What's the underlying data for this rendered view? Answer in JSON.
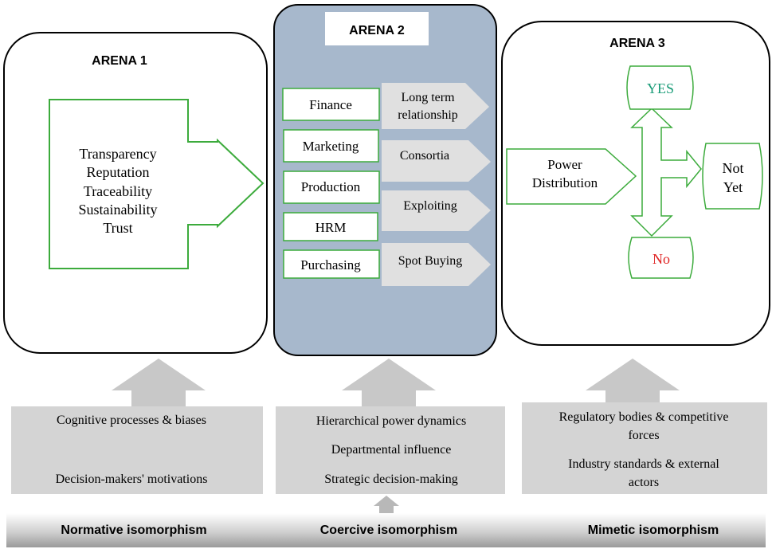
{
  "arena1": {
    "title": "ARENA  1",
    "values": [
      "Transparency",
      "Reputation",
      "Traceability",
      "Sustainability",
      "Trust"
    ]
  },
  "arena2": {
    "title": "ARENA  2",
    "departments": [
      "Finance",
      "Marketing",
      "Production",
      "HRM",
      "Purchasing"
    ],
    "relationships": [
      [
        "Long term",
        "relationship"
      ],
      [
        "Consortia"
      ],
      [
        "Exploiting"
      ],
      [
        "Spot Buying"
      ]
    ]
  },
  "arena3": {
    "title": "ARENA  3",
    "power": [
      "Power",
      "Distribution"
    ],
    "yes": "YES",
    "no": "No",
    "not_yet": [
      "Not",
      "Yet"
    ]
  },
  "drivers": {
    "normative": [
      "Cognitive processes & biases",
      "Decision-makers' motivations"
    ],
    "coercive": [
      "Hierarchical power dynamics",
      "Departmental influence",
      "Strategic decision-making"
    ],
    "mimetic": [
      [
        "Regulatory bodies & competitive",
        "forces"
      ],
      [
        "Industry standards & external",
        "actors"
      ]
    ]
  },
  "footer": {
    "normative": "Normative isomorphism",
    "coercive": "Coercive isomorphism",
    "mimetic": "Mimetic isomorphism"
  },
  "colors": {
    "green": "#3cab3c",
    "arena2_fill": "#a7b8cc",
    "grey_fill": "#d4d4d4",
    "yes_text": "#1a9c78",
    "no_text": "#e02424"
  }
}
